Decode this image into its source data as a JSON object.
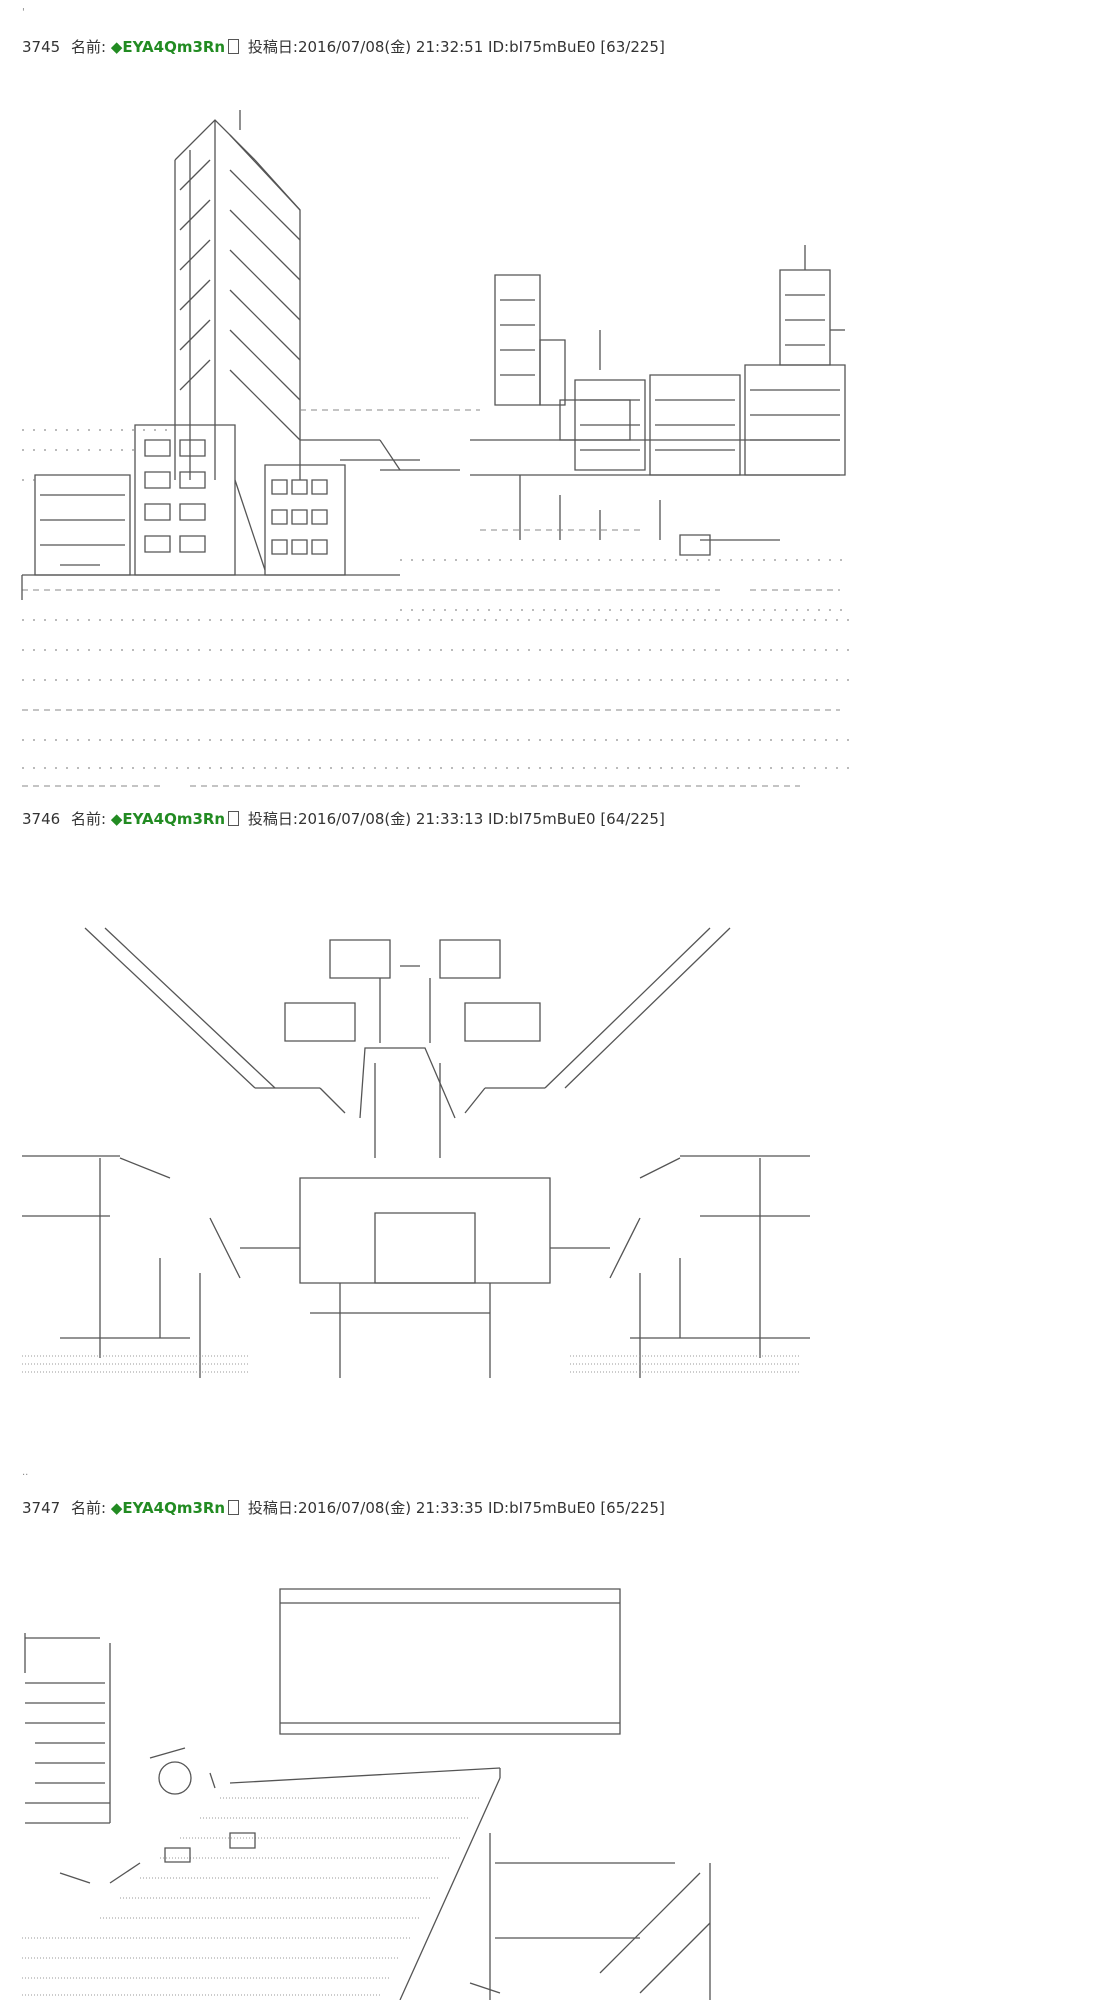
{
  "top_mark": "'",
  "posts": [
    {
      "number": "3745",
      "name_label": "名前:",
      "trip": "◆EYA4Qm3Rn",
      "date_label": "投稿日:",
      "datetime": "2016/07/08(金) 21:32:51",
      "id": "ID:bI75mBuE0",
      "count": "[63/225]",
      "art": "city-skyline-ascii-art"
    },
    {
      "number": "3746",
      "name_label": "名前:",
      "trip": "◆EYA4Qm3Rn",
      "date_label": "投稿日:",
      "datetime": "2016/07/08(金) 21:33:13",
      "id": "ID:bI75mBuE0",
      "count": "[64/225]",
      "art": "corridor-ascii-art"
    },
    {
      "number": "3747",
      "name_label": "名前:",
      "trip": "◆EYA4Qm3Rn",
      "date_label": "投稿日:",
      "datetime": "2016/07/08(金) 21:33:35",
      "id": "ID:bI75mBuE0",
      "count": "[65/225]",
      "art": "room-ascii-art"
    }
  ],
  "between_mark": "..",
  "colors": {
    "trip": "#228b22",
    "text": "#333333",
    "art": "#555555"
  }
}
